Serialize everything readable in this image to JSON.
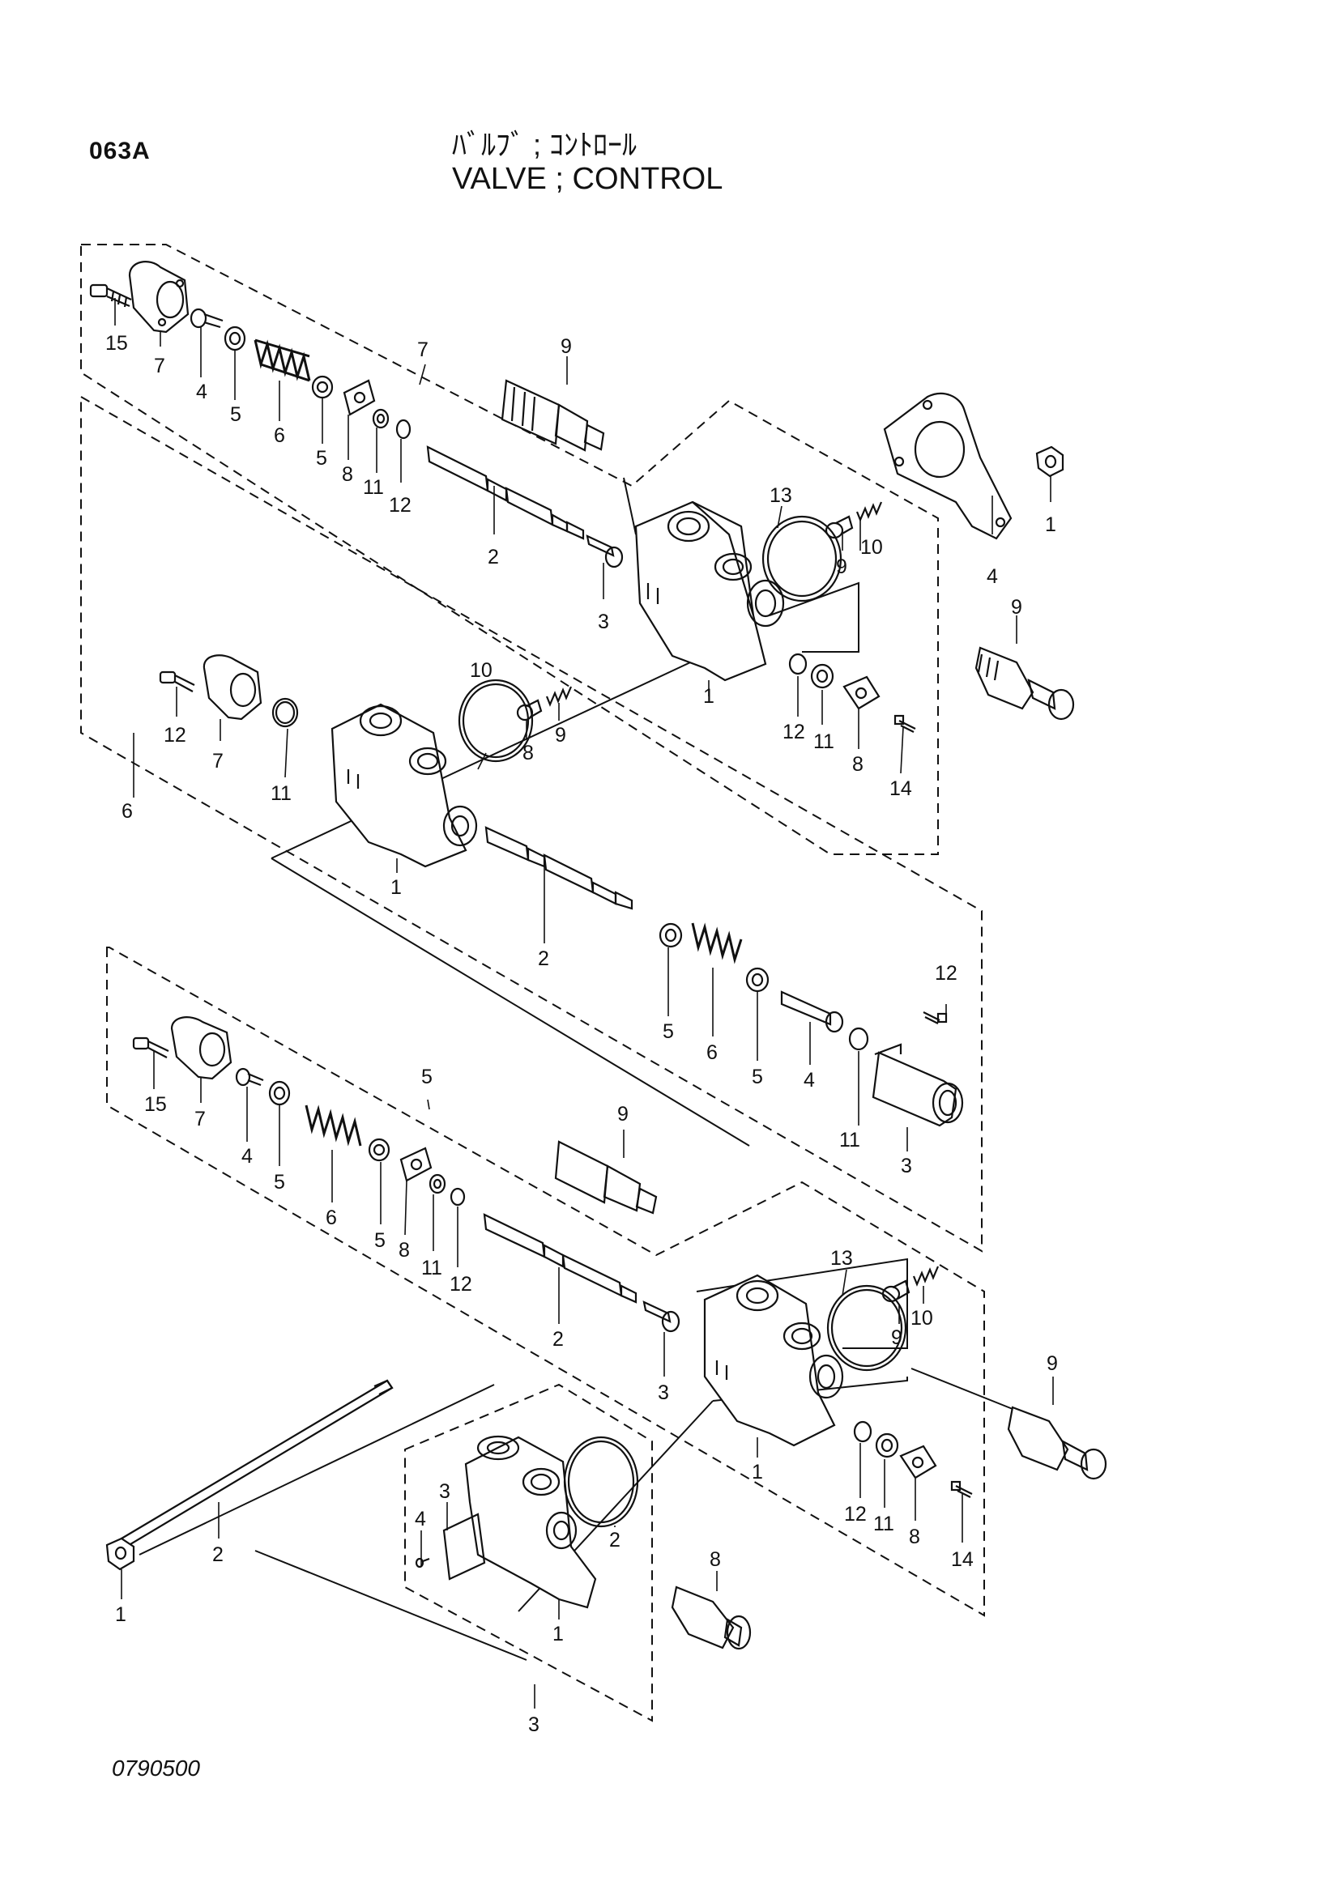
{
  "header": {
    "code": "063A",
    "title_jp": "ﾊﾞﾙﾌﾞ ; ｺﾝﾄﾛｰﾙ",
    "title_en": "VALVE ; CONTROL"
  },
  "footer": {
    "drawing_number": "0790500"
  },
  "diagram": {
    "parts": [
      {
        "id": "u15",
        "label": "15"
      },
      {
        "id": "u7",
        "label": "7"
      },
      {
        "id": "u4",
        "label": "4"
      },
      {
        "id": "u5a",
        "label": "5"
      },
      {
        "id": "u6",
        "label": "6"
      },
      {
        "id": "u5b",
        "label": "5"
      },
      {
        "id": "u8",
        "label": "8"
      },
      {
        "id": "u11",
        "label": "11"
      },
      {
        "id": "u12",
        "label": "12"
      },
      {
        "id": "u7g",
        "label": "7"
      },
      {
        "id": "u9",
        "label": "9"
      },
      {
        "id": "u2",
        "label": "2"
      },
      {
        "id": "u3",
        "label": "3"
      },
      {
        "id": "u13",
        "label": "13"
      },
      {
        "id": "u9b",
        "label": "9"
      },
      {
        "id": "u10",
        "label": "10"
      },
      {
        "id": "u4cap",
        "label": "4"
      },
      {
        "id": "u1nut",
        "label": "1"
      },
      {
        "id": "u9r",
        "label": "9"
      },
      {
        "id": "u1b",
        "label": "1"
      },
      {
        "id": "u12b",
        "label": "12"
      },
      {
        "id": "u11b",
        "label": "11"
      },
      {
        "id": "u8b",
        "label": "8"
      },
      {
        "id": "u14",
        "label": "14"
      },
      {
        "id": "m12",
        "label": "12"
      },
      {
        "id": "m7",
        "label": "7"
      },
      {
        "id": "m11",
        "label": "11"
      },
      {
        "id": "m10",
        "label": "10"
      },
      {
        "id": "m8",
        "label": "8"
      },
      {
        "id": "m9",
        "label": "9"
      },
      {
        "id": "m6g",
        "label": "6"
      },
      {
        "id": "m1",
        "label": "1"
      },
      {
        "id": "m2",
        "label": "2"
      },
      {
        "id": "m5a",
        "label": "5"
      },
      {
        "id": "m6",
        "label": "6"
      },
      {
        "id": "m5b",
        "label": "5"
      },
      {
        "id": "m4",
        "label": "4"
      },
      {
        "id": "m11b",
        "label": "11"
      },
      {
        "id": "m12b",
        "label": "12"
      },
      {
        "id": "m3",
        "label": "3"
      },
      {
        "id": "l15",
        "label": "15"
      },
      {
        "id": "l7",
        "label": "7"
      },
      {
        "id": "l4",
        "label": "4"
      },
      {
        "id": "l5a",
        "label": "5"
      },
      {
        "id": "l6",
        "label": "6"
      },
      {
        "id": "l5g",
        "label": "5"
      },
      {
        "id": "l9",
        "label": "9"
      },
      {
        "id": "l5b",
        "label": "5"
      },
      {
        "id": "l8",
        "label": "8"
      },
      {
        "id": "l11",
        "label": "11"
      },
      {
        "id": "l12",
        "label": "12"
      },
      {
        "id": "l2",
        "label": "2"
      },
      {
        "id": "l3",
        "label": "3"
      },
      {
        "id": "l13",
        "label": "13"
      },
      {
        "id": "l9b",
        "label": "9"
      },
      {
        "id": "l10",
        "label": "10"
      },
      {
        "id": "l9r",
        "label": "9"
      },
      {
        "id": "l1",
        "label": "1"
      },
      {
        "id": "l12b",
        "label": "12"
      },
      {
        "id": "l11b",
        "label": "11"
      },
      {
        "id": "l8b",
        "label": "8"
      },
      {
        "id": "l14",
        "label": "14"
      },
      {
        "id": "b1nut",
        "label": "1"
      },
      {
        "id": "b2rod",
        "label": "2"
      },
      {
        "id": "b4",
        "label": "4"
      },
      {
        "id": "b3",
        "label": "3"
      },
      {
        "id": "b2",
        "label": "2"
      },
      {
        "id": "b8",
        "label": "8"
      },
      {
        "id": "b1",
        "label": "1"
      },
      {
        "id": "b3g",
        "label": "3"
      }
    ]
  }
}
